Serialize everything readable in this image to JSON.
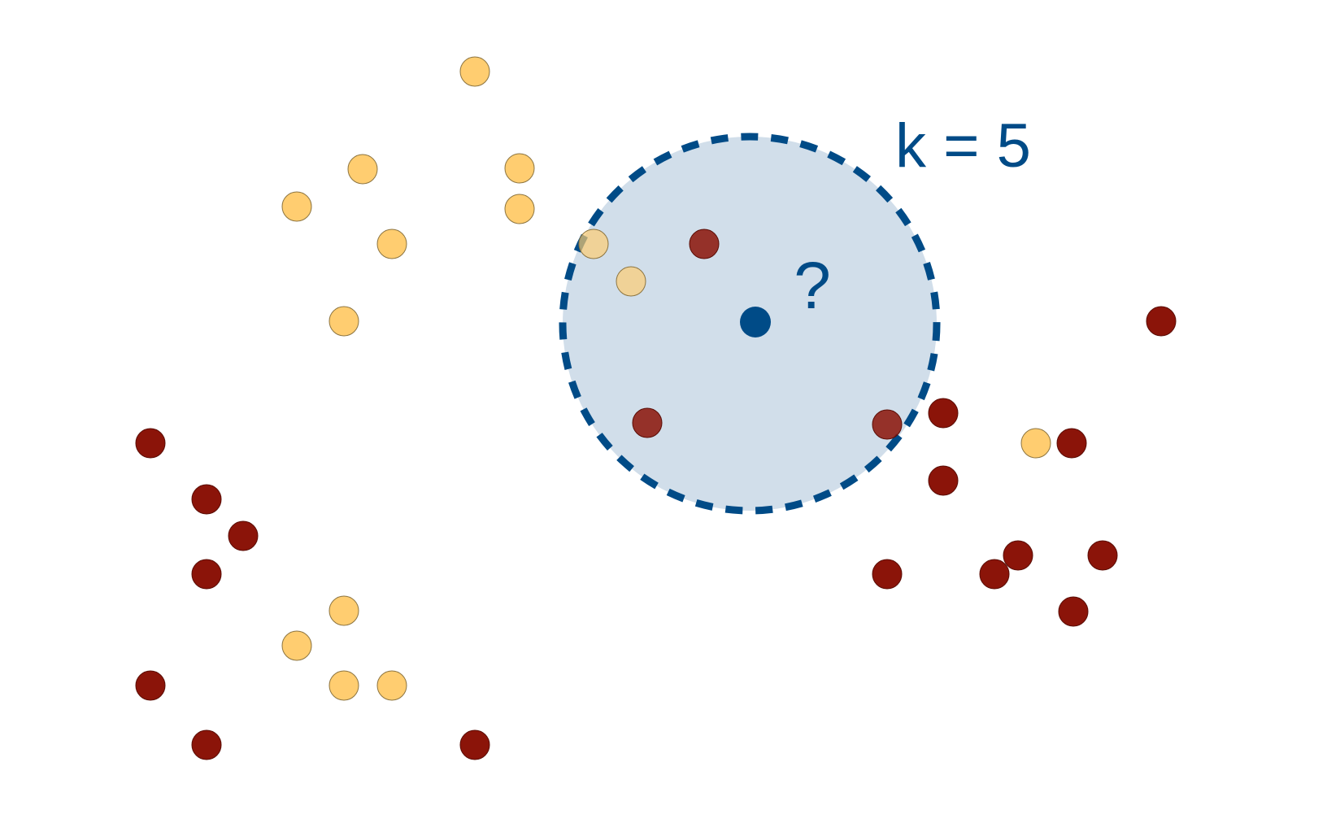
{
  "colors": {
    "class_a": "#FFCD70",
    "class_a_stroke": "#8C7440",
    "class_b": "#8B1409",
    "class_b_stroke": "#5A0D06",
    "query": "#004B87",
    "neighborhood_fill": "#CDDBE8",
    "neighborhood_stroke": "#004B87",
    "label": "#004B87"
  },
  "label": {
    "k": "k = 5",
    "query_mark": "?"
  },
  "icons": {
    "class_a_point": "yellow-circle",
    "class_b_point": "dark-red-circle",
    "query_point": "blue-circle"
  }
}
